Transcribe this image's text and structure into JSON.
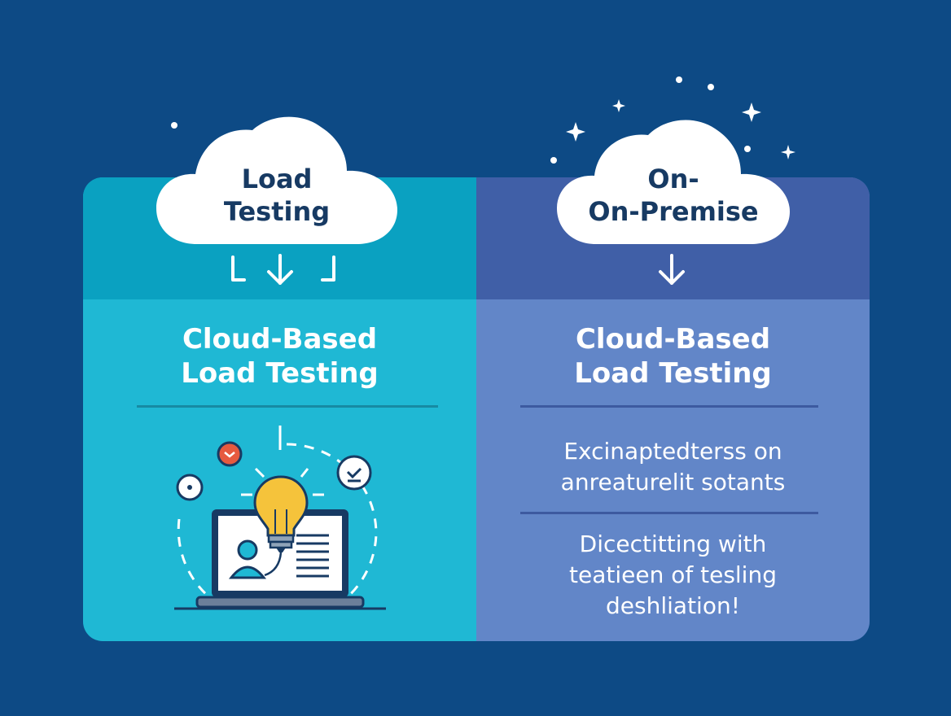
{
  "left": {
    "cloud_title_line1": "Load",
    "cloud_title_line2": "Testing",
    "heading_line1": "Cloud-Based",
    "heading_line2": "Load Testing"
  },
  "right": {
    "cloud_title_line1": "On-",
    "cloud_title_line2": "On-Premise",
    "heading_line1": "Cloud-Based",
    "heading_line2": "Load Testing",
    "description_1_line1": "Excinaptedterss on",
    "description_1_line2": "anreaturelit sotants",
    "description_2_line1": "Dicectitting with",
    "description_2_line2": "teatieen of tesling",
    "description_2_line3": "deshliation!"
  },
  "colors": {
    "background": "#0d4a85",
    "left_panel": "#1fb8d4",
    "left_panel_top": "#0aa1c1",
    "right_panel": "#6286c8",
    "right_panel_top": "#405fa7",
    "cloud_fill": "#ffffff",
    "cloud_text": "#173a63"
  },
  "icons": [
    "cloud-icon",
    "down-arrow-icon",
    "lightbulb-icon",
    "laptop-icon",
    "user-icon",
    "check-badge-icon",
    "sparkle-icon"
  ]
}
